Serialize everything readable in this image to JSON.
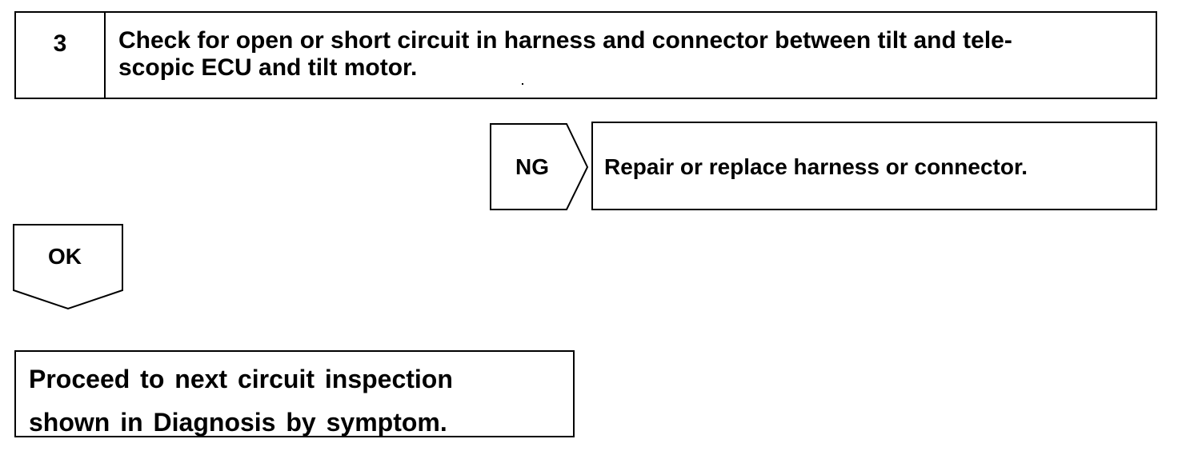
{
  "step": {
    "number": "3",
    "text": "Check for open or short circuit in harness and connector between tilt and tele-\nscopic ECU and tilt motor."
  },
  "ng_branch": {
    "label": "NG",
    "action": "Repair or replace harness or connector."
  },
  "ok_branch": {
    "label": "OK"
  },
  "next": {
    "text": "Proceed to next circuit inspection\nshown  in Diagnosis by symptom."
  }
}
